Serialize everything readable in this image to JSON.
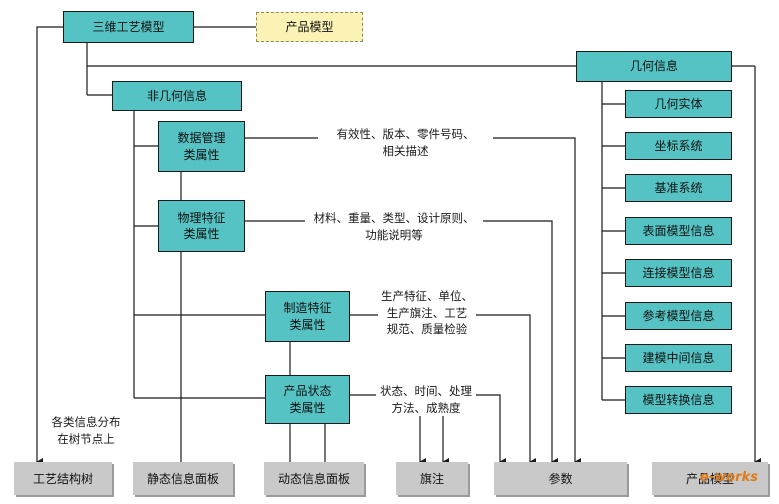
{
  "nodes": {
    "root": "三维工艺模型",
    "product_model": "产品模型",
    "geometric_info": "几何信息",
    "non_geometric_info": "非几何信息",
    "data_mgmt": "数据管理\n类属性",
    "physical": "物理特征\n类属性",
    "manufacturing": "制造特征\n类属性",
    "product_state": "产品状态\n类属性"
  },
  "geometric_items": [
    "几何实体",
    "坐标系统",
    "基准系统",
    "表面模型信息",
    "连接模型信息",
    "参考模型信息",
    "建模中间信息",
    "模型转换信息"
  ],
  "notes": {
    "data_mgmt": "有效性、版本、零件号码、\n相关描述",
    "physical": "材料、重量、类型、设计原则、\n功能说明等",
    "manufacturing": "生产特征、单位、\n生产旗注、工艺\n规范、质量检验",
    "product_state": "状态、时间、处理\n方法、成熟度",
    "tree": "各类信息分布\n在树节点上"
  },
  "bases": [
    "工艺结构树",
    "静态信息面板",
    "动态信息面板",
    "旗注",
    "参数",
    "产品模型"
  ],
  "watermark": "e-works",
  "colors": {
    "box_fill": "#55c3c3",
    "dashed_box_fill": "#fbf3b6",
    "base_fill": "#c9c9c9",
    "line": "#1a1a1a"
  }
}
